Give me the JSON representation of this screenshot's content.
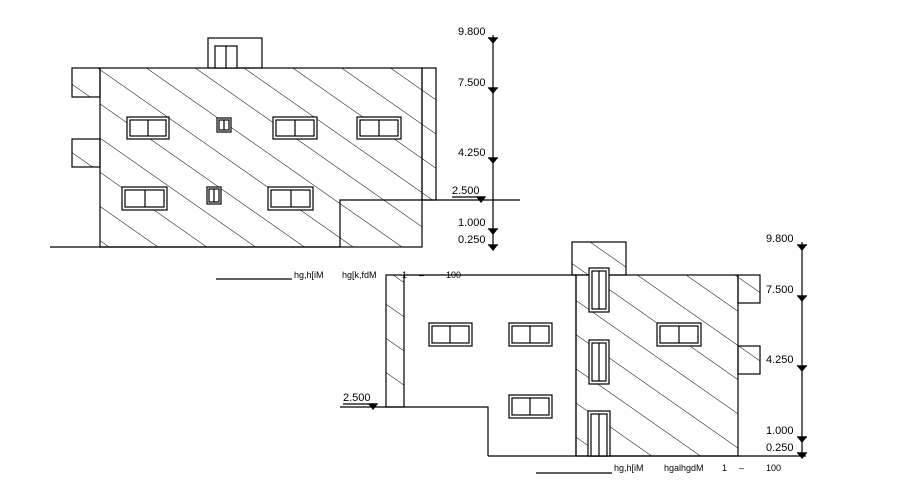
{
  "drawing": {
    "elevation_1": {
      "levels": [
        "9.800",
        "7.500",
        "4.250",
        "2.500",
        "1.000",
        "0.250"
      ],
      "caption": {
        "title": "hg,h[iM",
        "name": "hg[k,fdM",
        "scale_a": "1",
        "dash": "–",
        "scale_b": "100"
      }
    },
    "elevation_2": {
      "levels": [
        "9.800",
        "7.500",
        "4.250",
        "2.500",
        "1.000",
        "0.250"
      ],
      "caption": {
        "title": "hg,h[iM",
        "name": "hgalhgdM",
        "scale_a": "1",
        "dash": "–",
        "scale_b": "100"
      }
    }
  }
}
